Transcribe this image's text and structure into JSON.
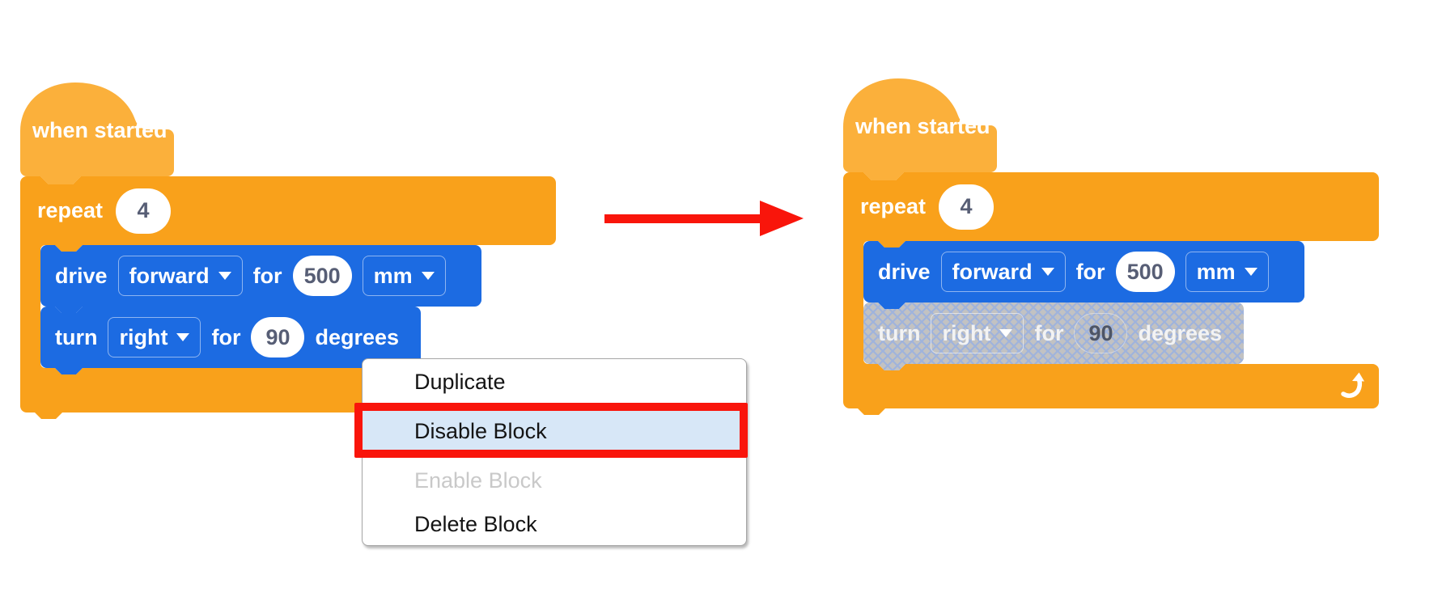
{
  "blocks": {
    "when_started_label": "when started",
    "repeat_label": "repeat",
    "repeat_count": "4",
    "drive_label": "drive",
    "drive_direction": "forward",
    "drive_preposition": "for",
    "drive_distance": "500",
    "drive_unit": "mm",
    "turn_label": "turn",
    "turn_direction": "right",
    "turn_preposition": "for",
    "turn_angle": "90",
    "turn_unit": "degrees"
  },
  "left_panel": {
    "turn_block_state": "enabled",
    "context_menu_open": true
  },
  "right_panel": {
    "turn_block_state": "disabled"
  },
  "context_menu": {
    "items": [
      {
        "label": "Duplicate",
        "state": "normal"
      },
      {
        "label": "Disable Block",
        "state": "highlighted"
      },
      {
        "label": "Enable Block",
        "state": "disabled"
      },
      {
        "label": "Delete Block",
        "state": "normal"
      }
    ]
  },
  "icons": {
    "dropdown_caret": "caret-down",
    "repeat_end": "loop-arrow",
    "transition": "red-right-arrow"
  },
  "colors": {
    "hat_yellow": "#FBB03B",
    "control_orange": "#F9A11B",
    "drivetrain_blue": "#1C6BE2",
    "disabled_gray": "#C2C2C2",
    "disabled_hatch_blue": "#9FB3DC",
    "field_text": "#575E75",
    "annotation_red": "#F9150B",
    "menu_highlight": "#D7E7F7",
    "menu_disabled_text": "#C9C9C9"
  }
}
